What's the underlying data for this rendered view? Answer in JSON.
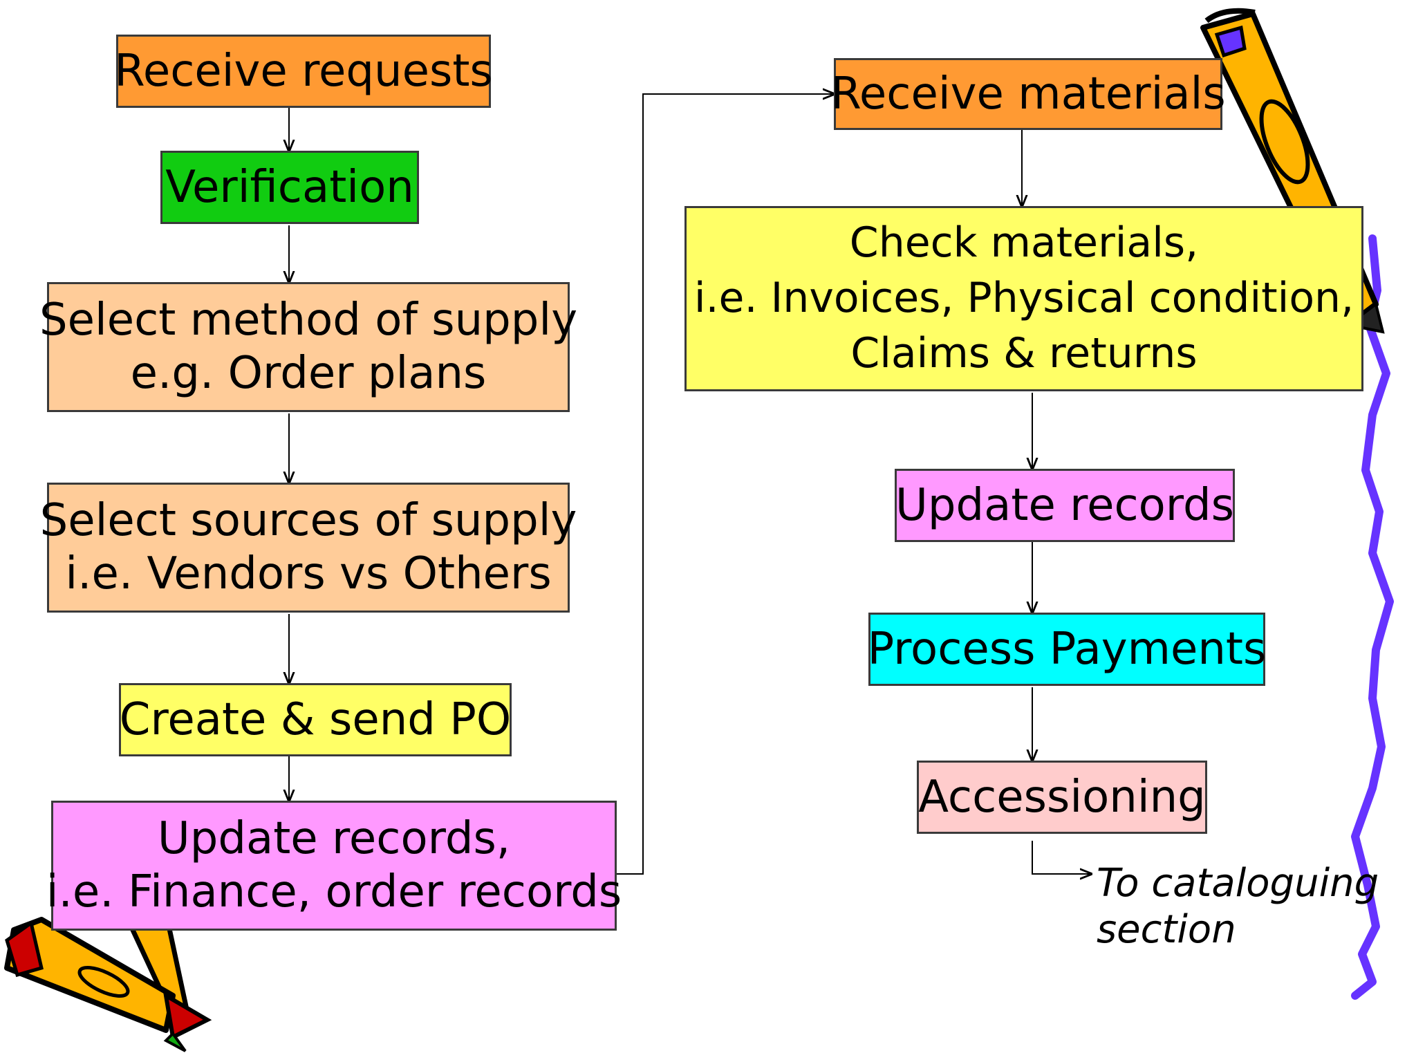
{
  "colors": {
    "orange": "#ff9a33",
    "green": "#11cc11",
    "peach": "#ffcc99",
    "yellow": "#ffff66",
    "pink": "#ff99ff",
    "cyan": "#00ffff",
    "light_pink": "#ffcccc",
    "line": "#000000",
    "squiggle": "#6633ff",
    "pencil_body": "#ffb400",
    "pencil_tip": "#cc0000"
  },
  "left_column": {
    "receive_requests": "Receive requests",
    "verification": "Verification",
    "select_method": [
      "Select method of supply",
      "e.g. Order plans"
    ],
    "select_sources": [
      "Select sources of supply",
      "i.e. Vendors vs Others"
    ],
    "create_po": "Create & send PO",
    "update_records": [
      "Update records,",
      "i.e. Finance, order records"
    ]
  },
  "right_column": {
    "receive_materials": "Receive materials",
    "check_materials": [
      "Check materials,",
      "i.e. Invoices, Physical condition,",
      "Claims & returns"
    ],
    "update_records": "Update records",
    "process_payments": "Process Payments",
    "accessioning": "Accessioning",
    "note": [
      "To cataloguing",
      "section"
    ]
  },
  "clipart": {
    "top_right": "pencil-icon",
    "bottom_left": "crayons-icon",
    "right_edge": "squiggle-line"
  }
}
